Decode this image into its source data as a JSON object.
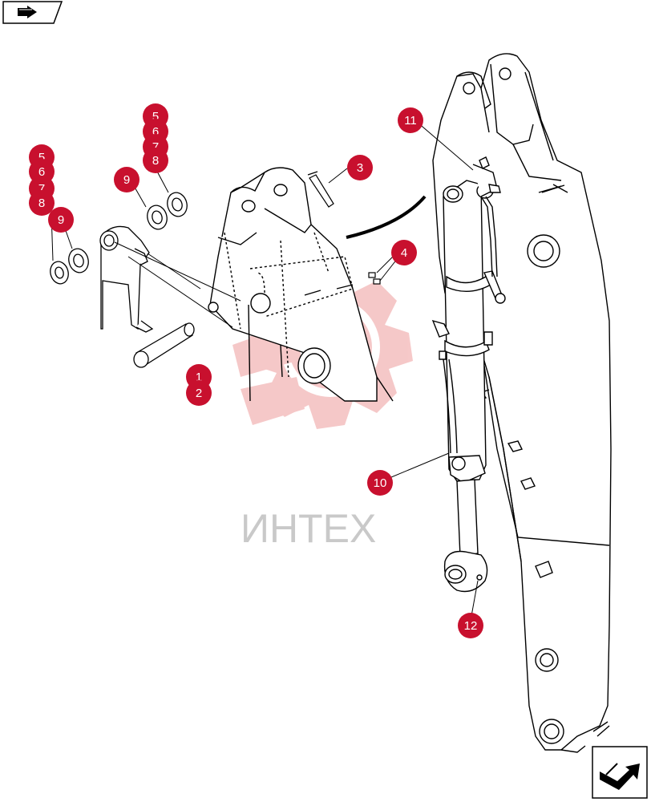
{
  "watermark": {
    "text": "ИНТЕХ",
    "color": "#c9c9c9",
    "logo_color": "#f5c6c6"
  },
  "nav": {
    "top_icon": "arrow-right-icon",
    "bottom_icon": "return-arrow-icon"
  },
  "callouts": {
    "color": "#c8102e",
    "items": [
      {
        "id": "c5a",
        "label": "5"
      },
      {
        "id": "c6a",
        "label": "6"
      },
      {
        "id": "c7a",
        "label": "7"
      },
      {
        "id": "c8a",
        "label": "8"
      },
      {
        "id": "c5b",
        "label": "5"
      },
      {
        "id": "c6b",
        "label": "6"
      },
      {
        "id": "c7b",
        "label": "7"
      },
      {
        "id": "c8b",
        "label": "8"
      },
      {
        "id": "c9a",
        "label": "9"
      },
      {
        "id": "c9b",
        "label": "9"
      },
      {
        "id": "c3",
        "label": "3"
      },
      {
        "id": "c4",
        "label": "4"
      },
      {
        "id": "c1",
        "label": "1"
      },
      {
        "id": "c2",
        "label": "2"
      },
      {
        "id": "c11",
        "label": "11"
      },
      {
        "id": "c10",
        "label": "10"
      },
      {
        "id": "c12",
        "label": "12"
      }
    ]
  }
}
